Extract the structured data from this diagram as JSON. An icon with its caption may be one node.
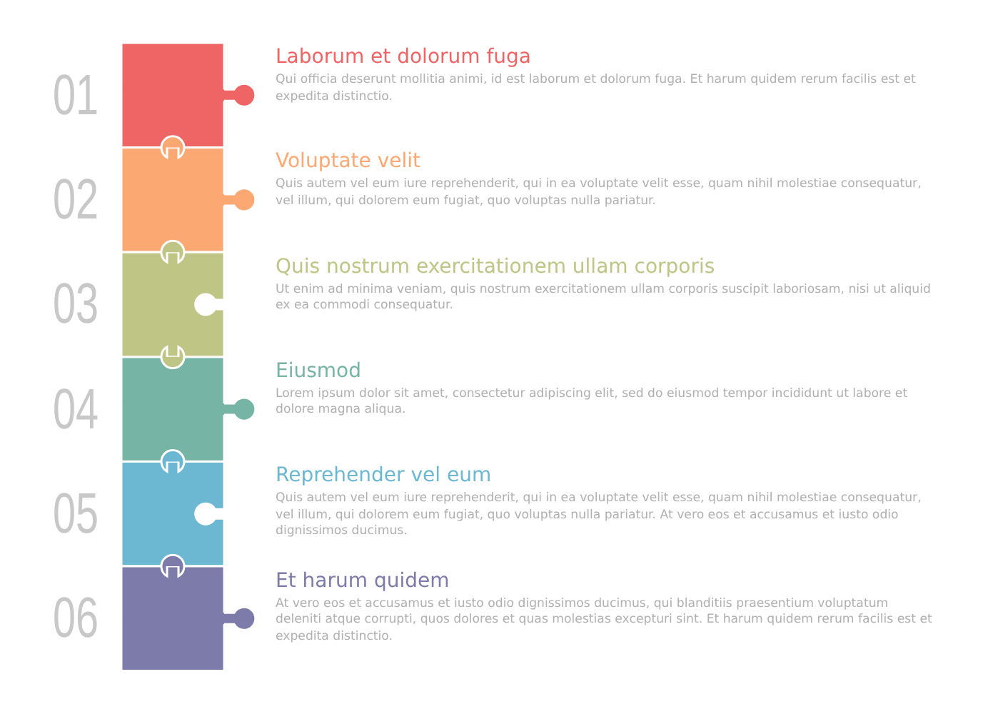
{
  "diagram": {
    "nodes": [
      {
        "text": [],
        "shape": "puzzle",
        "beside": [
          "01",
          "Laborum et dolorum fuga",
          "Qui officia deserunt mollitia animi, id est laborum et dolorum fuga. Et harum quidem rerum facilis est et expedita distinctio."
        ]
      },
      {
        "text": [],
        "shape": "puzzle",
        "beside": [
          "02",
          "Voluptate velit",
          "Quis autem vel eum iure reprehenderit, qui in ea voluptate velit esse, quam nihil molestiae consequatur, vel illum, qui dolorem eum fugiat, quo voluptas nulla pariatur."
        ]
      },
      {
        "text": [],
        "shape": "puzzle",
        "beside": [
          "03",
          "Quis nostrum exercitationem ullam corporis",
          "Ut enim ad minima veniam, quis nostrum exercitationem ullam corporis suscipit laboriosam, nisi ut aliquid ex ea commodi consequatur."
        ]
      },
      {
        "text": [],
        "shape": "puzzle",
        "beside": [
          "04",
          "Eiusmod",
          "Lorem ipsum dolor sit amet, consectetur adipiscing elit, sed do eiusmod tempor incididunt ut labore et dolore magna aliqua."
        ]
      },
      {
        "text": [],
        "shape": "puzzle",
        "beside": [
          "05",
          "Reprehender vel eum",
          "Quis autem vel eum iure reprehenderit, qui in ea voluptate velit esse, quam nihil molestiae consequatur, vel illum, qui dolorem eum fugiat, quo voluptas nulla pariatur. At vero eos et accusamus et iusto odio dignissimos ducimus."
        ]
      },
      {
        "text": [],
        "shape": "puzzle",
        "beside": [
          "06",
          "Et harum quidem",
          "At vero eos et accusamus et iusto odio dignissimos ducimus, qui blanditiis praesentium voluptatum deleniti atque corrupti, quos dolores et quas molestias excepturi sint. Et harum quidem rerum facilis est et expedita distinctio."
        ]
      }
    ]
  }
}
